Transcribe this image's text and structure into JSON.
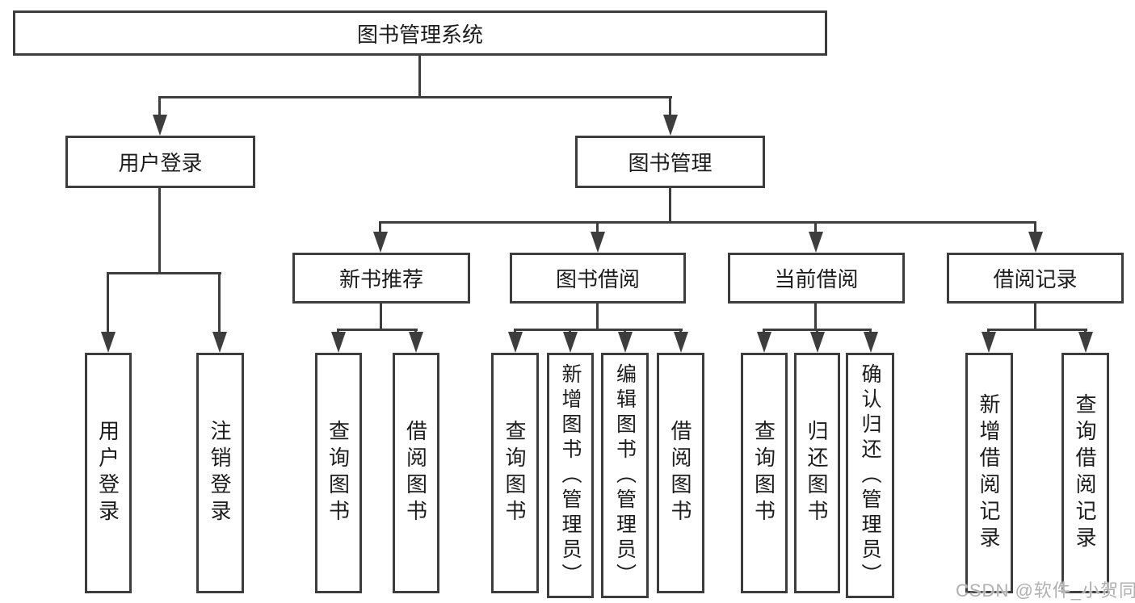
{
  "colors": {
    "line": "#3d3d3d",
    "text": "#1c1c1c",
    "box_fill": "#ffffff",
    "watermark": "#b0b0b0"
  },
  "watermark": {
    "text": "CSDN @软件_小贺同学"
  },
  "diagram": {
    "root": {
      "label": "图书管理系统"
    },
    "branches": [
      {
        "label": "用户登录",
        "children": [
          {
            "label": "用户登录"
          },
          {
            "label": "注销登录"
          }
        ]
      },
      {
        "label": "图书管理",
        "groups": [
          {
            "label": "新书推荐",
            "children": [
              {
                "label": "查询图书"
              },
              {
                "label": "借阅图书"
              }
            ]
          },
          {
            "label": "图书借阅",
            "children": [
              {
                "label": "查询图书"
              },
              {
                "label": "新增图书（管理员）"
              },
              {
                "label": "编辑图书（管理员）"
              },
              {
                "label": "借阅图书"
              }
            ]
          },
          {
            "label": "当前借阅",
            "children": [
              {
                "label": "查询图书"
              },
              {
                "label": "归还图书"
              },
              {
                "label": "确认归还（管理员）"
              }
            ]
          },
          {
            "label": "借阅记录",
            "children": [
              {
                "label": "新增借阅记录"
              },
              {
                "label": "查询借阅记录"
              }
            ]
          }
        ]
      }
    ]
  }
}
